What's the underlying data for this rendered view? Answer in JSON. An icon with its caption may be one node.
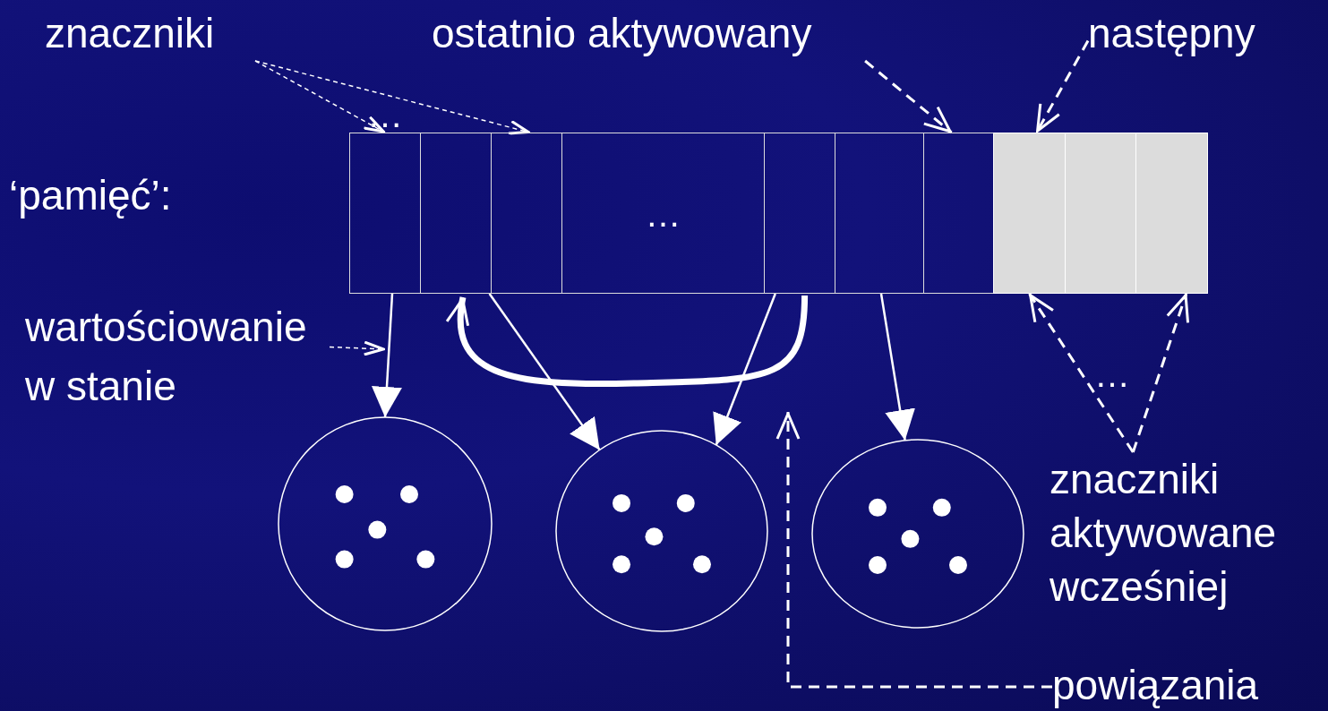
{
  "diagram": {
    "nodes": [
      {
        "text": [
          "znaczniki"
        ]
      },
      {
        "text": [
          "ostatnio aktywowany"
        ]
      },
      {
        "text": [
          "następny"
        ]
      },
      {
        "text": [
          "‘pamięć’:"
        ]
      },
      {
        "text": [],
        "shape": "box",
        "in": 3
      },
      {
        "text": [],
        "shape": "box",
        "in": 3
      },
      {
        "text": [],
        "shape": "box",
        "in": 3
      },
      {
        "text": [
          "…"
        ],
        "in": 3
      },
      {
        "text": [],
        "shape": "box",
        "in": 3
      },
      {
        "text": [],
        "shape": "box",
        "in": 3
      },
      {
        "text": [],
        "shape": "box",
        "in": 3
      },
      {
        "text": [],
        "shape": "box",
        "in": 3
      },
      {
        "text": [],
        "shape": "box",
        "in": 3
      },
      {
        "text": [],
        "shape": "box",
        "in": 3
      },
      {
        "text": [
          "wartościowanie w stanie"
        ]
      },
      {
        "text": [],
        "shape": "circle"
      },
      {
        "text": [],
        "shape": "circle"
      },
      {
        "text": [],
        "shape": "circle"
      },
      {
        "text": [
          "znaczniki aktywowane wcześniej"
        ]
      },
      {
        "text": [
          "powiązania"
        ]
      }
    ],
    "edges": [
      {
        "from": 0,
        "to": 4,
        "arrow": "to",
        "style": "dashed"
      },
      {
        "from": 0,
        "to": 6,
        "arrow": "to",
        "style": "dashed"
      },
      {
        "from": 1,
        "to": 10,
        "arrow": "to",
        "style": "dashed"
      },
      {
        "from": 2,
        "to": 11,
        "arrow": "to",
        "style": "dashed"
      },
      {
        "from": 4,
        "to": 15,
        "arrow": "to"
      },
      {
        "from": 5,
        "to": 16,
        "arrow": "to"
      },
      {
        "from": 8,
        "to": 16,
        "arrow": "to"
      },
      {
        "from": 9,
        "to": 17,
        "arrow": "to"
      },
      {
        "from": 8,
        "to": 5,
        "arrow": "to",
        "style": "thick"
      },
      {
        "from": 14,
        "to": null,
        "arrow": "to",
        "style": "dashed"
      },
      {
        "from": 18,
        "to": 11,
        "arrow": "to",
        "style": "dashed"
      },
      {
        "from": 18,
        "to": 13,
        "arrow": "to",
        "style": "dashed"
      },
      {
        "from": 19,
        "to": null,
        "arrow": "to",
        "style": "dashed"
      }
    ],
    "labels": [
      "…",
      "…"
    ]
  }
}
